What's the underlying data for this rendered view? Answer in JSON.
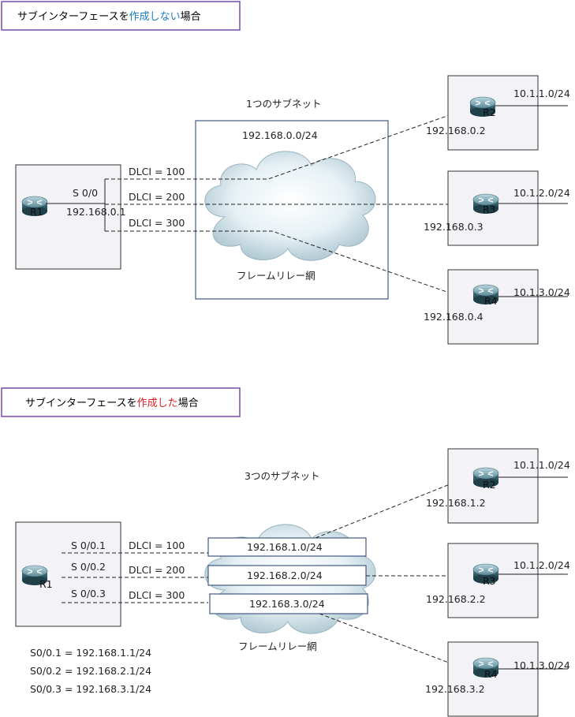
{
  "section1": {
    "title_a": "サブインターフェースを",
    "title_b": "作成しない",
    "title_c": "場合",
    "title_b_color": "#1a7bbf",
    "subnet_caption": "1つのサブネット",
    "network": "192.168.0.0/24",
    "cloud_label": "フレームリレー網",
    "r1": {
      "name": "R1",
      "port": "S 0/0",
      "ip": "192.168.0.1"
    },
    "dlci": [
      "DLCI = 100",
      "DLCI = 200",
      "DLCI = 300"
    ],
    "routers": [
      {
        "name": "R2",
        "ip": "192.168.0.2",
        "lan": "10.1.1.0/24"
      },
      {
        "name": "R3",
        "ip": "192.168.0.3",
        "lan": "10.1.2.0/24"
      },
      {
        "name": "R4",
        "ip": "192.168.0.4",
        "lan": "10.1.3.0/24"
      }
    ]
  },
  "section2": {
    "title_a": "サブインターフェースを",
    "title_b": "作成した",
    "title_c": "場合",
    "title_b_color": "#e02020",
    "subnet_caption": "3つのサブネット",
    "cloud_label": "フレームリレー網",
    "r1": {
      "name": "R1",
      "ports": [
        "S 0/0.1",
        "S 0/0.2",
        "S 0/0.3"
      ]
    },
    "dlci": [
      "DLCI = 100",
      "DLCI = 200",
      "DLCI = 300"
    ],
    "subnets": [
      "192.168.1.0/24",
      "192.168.2.0/24",
      "192.168.3.0/24"
    ],
    "routers": [
      {
        "name": "R2",
        "ip": "192.168.1.2",
        "lan": "10.1.1.0/24"
      },
      {
        "name": "R3",
        "ip": "192.168.2.2",
        "lan": "10.1.2.0/24"
      },
      {
        "name": "R4",
        "ip": "192.168.3.2",
        "lan": "10.1.3.0/24"
      }
    ],
    "assignments": [
      "S0/0.1 = 192.168.1.1/24",
      "S0/0.2 = 192.168.2.1/24",
      "S0/0.3 = 192.168.3.1/24"
    ]
  }
}
